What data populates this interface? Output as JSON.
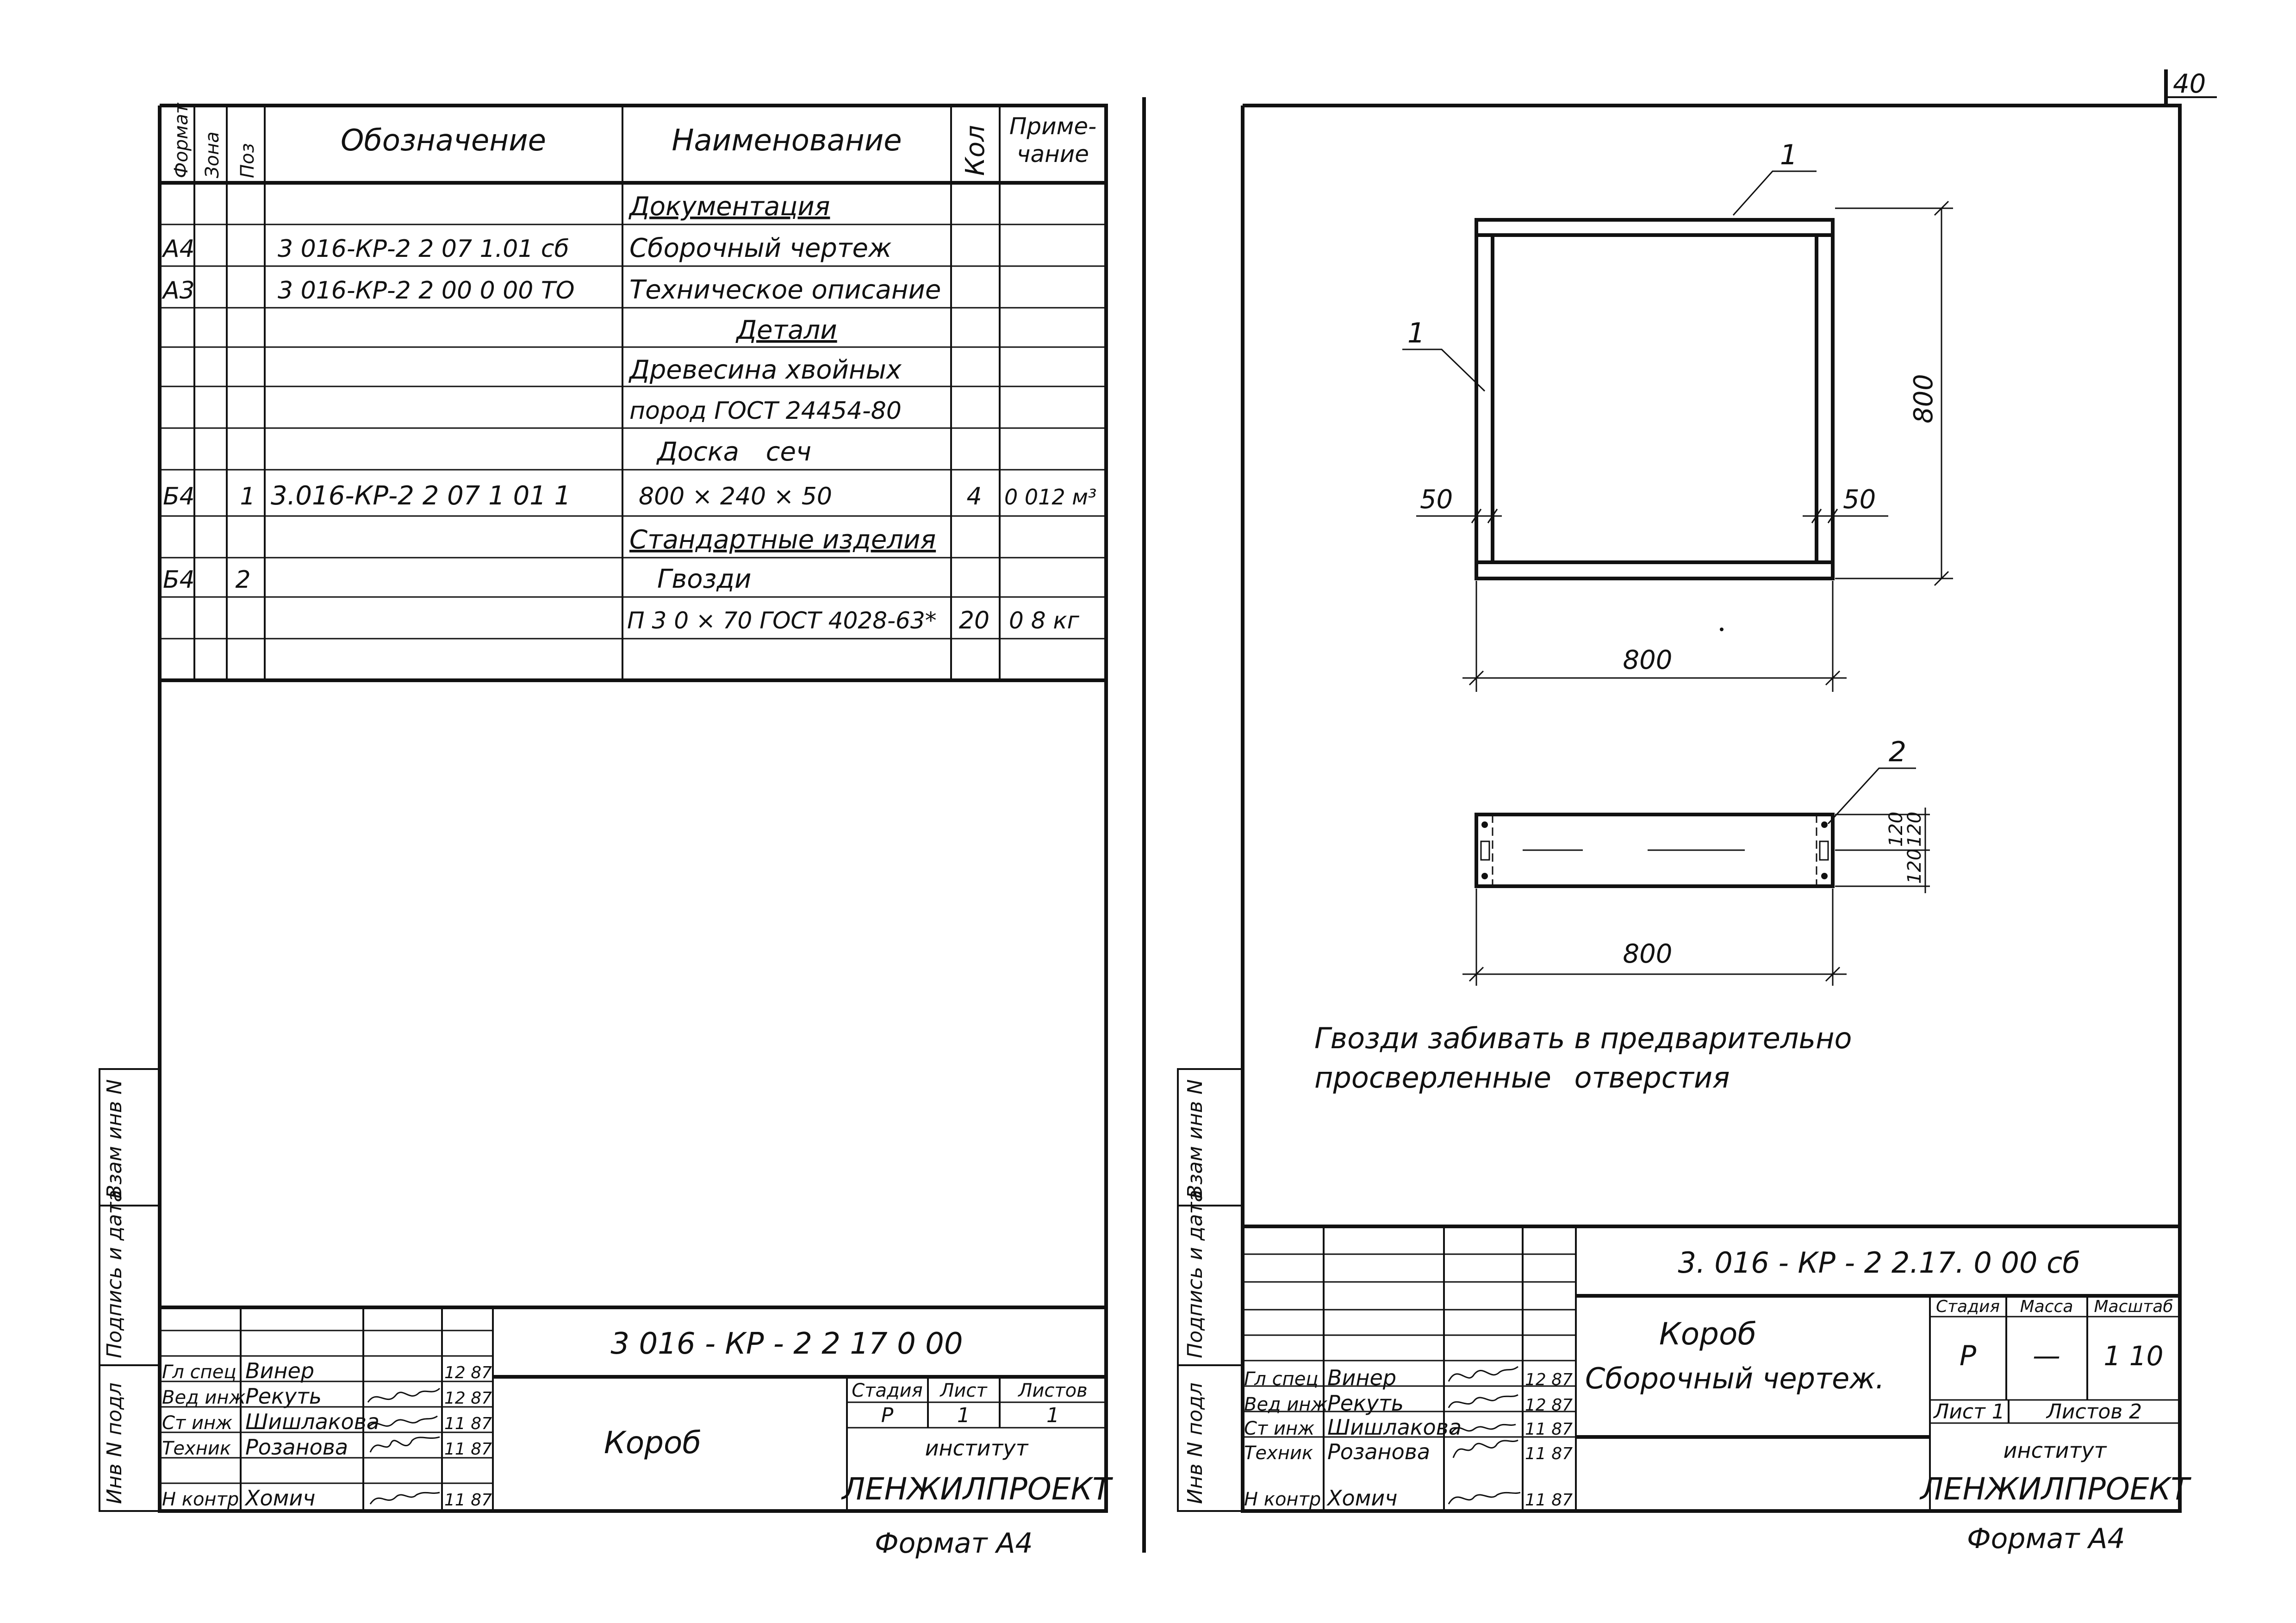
{
  "page_number": "40",
  "format_label": "Формат А4",
  "side_labels": {
    "inv_podl": "Инв N подл",
    "podpis_data": "Подпись и дата",
    "vzam_inv": "Взам инв N"
  },
  "spec": {
    "headers": {
      "format": "Формат",
      "zona": "Зона",
      "poz": "Поз",
      "oboznachenie": "Обозначение",
      "naimenovanie": "Наименование",
      "kol": "Кол",
      "primechanie_1": "Приме-",
      "primechanie_2": "чание"
    },
    "rows": [
      {
        "format": "",
        "zona": "",
        "poz": "",
        "oboz": "",
        "naim": "Документация",
        "kol": "",
        "prim": ""
      },
      {
        "format": "А4",
        "zona": "",
        "poz": "",
        "oboz": "3 016-КР-2 2 07 1.01 сб",
        "naim": "Сборочный чертеж",
        "kol": "",
        "prim": ""
      },
      {
        "format": "А3",
        "zona": "",
        "poz": "",
        "oboz": "3 016-КР-2 2 00 0 00 ТО",
        "naim": "Техническое описание",
        "kol": "",
        "prim": ""
      },
      {
        "format": "",
        "zona": "",
        "poz": "",
        "oboz": "",
        "naim": "Детали",
        "kol": "",
        "prim": ""
      },
      {
        "format": "",
        "zona": "",
        "poz": "",
        "oboz": "",
        "naim": "Древесина хвойных",
        "kol": "",
        "prim": ""
      },
      {
        "format": "",
        "zona": "",
        "poz": "",
        "oboz": "",
        "naim": "пород ГОСТ 24454-80",
        "kol": "",
        "prim": ""
      },
      {
        "format": "",
        "zona": "",
        "poz": "",
        "oboz": "",
        "naim": "Доска сеч",
        "kol": "",
        "prim": ""
      },
      {
        "format": "Б4",
        "zona": "",
        "poz": "1",
        "oboz": "3.016-КР-2 2 07 1 01 1",
        "naim": "800 × 240 × 50",
        "kol": "4",
        "prim": "0 012 м³"
      },
      {
        "format": "",
        "zona": "",
        "poz": "",
        "oboz": "",
        "naim": "Стандартные изделия",
        "kol": "",
        "prim": ""
      },
      {
        "format": "Б4",
        "zona": "",
        "poz": "2",
        "oboz": "",
        "naim": "Гвозди",
        "kol": "",
        "prim": ""
      },
      {
        "format": "",
        "zona": "",
        "poz": "",
        "oboz": "",
        "naim": "П 3 0 × 70 ГОСТ 4028-63*",
        "kol": "20",
        "prim": "0 8 кг"
      },
      {
        "format": "",
        "zona": "",
        "poz": "",
        "oboz": "",
        "naim": "",
        "kol": "",
        "prim": ""
      }
    ],
    "underlined_rows": [
      0,
      3,
      8
    ]
  },
  "people": [
    {
      "role": "Гл спец",
      "name": "Винер",
      "date": "12 87"
    },
    {
      "role": "Вед инж",
      "name": "Рекуть",
      "date": "12 87"
    },
    {
      "role": "Ст инж",
      "name": "Шишлакова",
      "date": "11 87"
    },
    {
      "role": "Техник",
      "name": "Розанова",
      "date": "11 87"
    },
    {
      "role": "Н контр",
      "name": "Хомич",
      "date": "11 87"
    }
  ],
  "stamp_left": {
    "doc_code": "3 016 - КР - 2 2 17 0 00",
    "title": "Короб",
    "stadia_label": "Стадия",
    "list_label": "Лист",
    "listov_label": "Листов",
    "stadia": "Р",
    "list": "1",
    "listov": "1",
    "institut": "институт",
    "org": "ЛЕНЖИЛПРОЕКТ"
  },
  "stamp_right": {
    "doc_code": "3. 016 - КР - 2 2.17. 0 00 сб",
    "title_1": "Короб",
    "title_2": "Сборочный чертеж.",
    "stadia_label": "Стадия",
    "massa_label": "Масса",
    "masshtab_label": "Масштаб",
    "stadia": "Р",
    "massa": "—",
    "masshtab": "1 10",
    "list_text": "Лист 1",
    "listov_text": "Листов 2",
    "institut": "институт",
    "org": "ЛЕНЖИЛПРОЕКТ"
  },
  "drawing": {
    "leader_1": "1",
    "leader_2": "2",
    "dim_800_height": "800",
    "dim_50": "50",
    "dim_800_width": "800",
    "dim_120": "120",
    "note_1": "Гвозди забивать в предварительно",
    "note_2": "просверленные отверстия"
  }
}
